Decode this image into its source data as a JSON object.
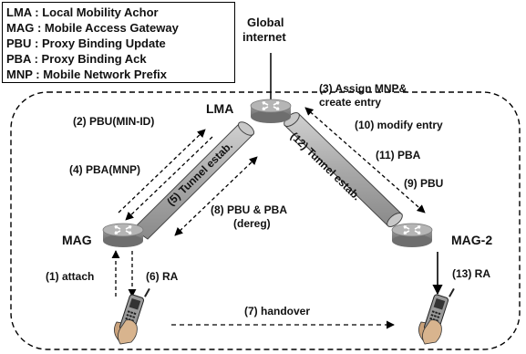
{
  "legend": {
    "items": [
      "LMA : Local Mobility Achor",
      "MAG : Mobile Access Gateway",
      "PBU : Proxy Binding Update",
      "PBA : Proxy Binding Ack",
      "MNP : Mobile Network Prefix"
    ]
  },
  "nodes": {
    "global_internet_line1": "Global",
    "global_internet_line2": "internet",
    "lma": "LMA",
    "mag": "MAG",
    "mag2": "MAG-2"
  },
  "tunnels": {
    "t5": "(5) Tunnel estab.",
    "t12": "(12) Tunnel estab."
  },
  "steps": {
    "s1": "(1) attach",
    "s2": "(2) PBU(MIN-ID)",
    "s3_line1": "(3) Assign MNP&",
    "s3_line2": "create entry",
    "s4": "(4) PBA(MNP)",
    "s6": "(6) RA",
    "s7": "(7) handover",
    "s8_line1": "(8) PBU & PBA",
    "s8_line2": "(dereg)",
    "s9": "(9) PBU",
    "s10": "(10) modify entry",
    "s11": "(11) PBA",
    "s13": "(13) RA"
  },
  "colors": {
    "tunnel_fill": "#b3b3b3",
    "router_body": "#8c8c8c",
    "router_top": "#a8a8a8",
    "phone_body": "#9a9a9a",
    "phone_screen": "#333333",
    "line": "#000000"
  },
  "icons": [
    "router-icon",
    "mobile-phone-icon"
  ]
}
